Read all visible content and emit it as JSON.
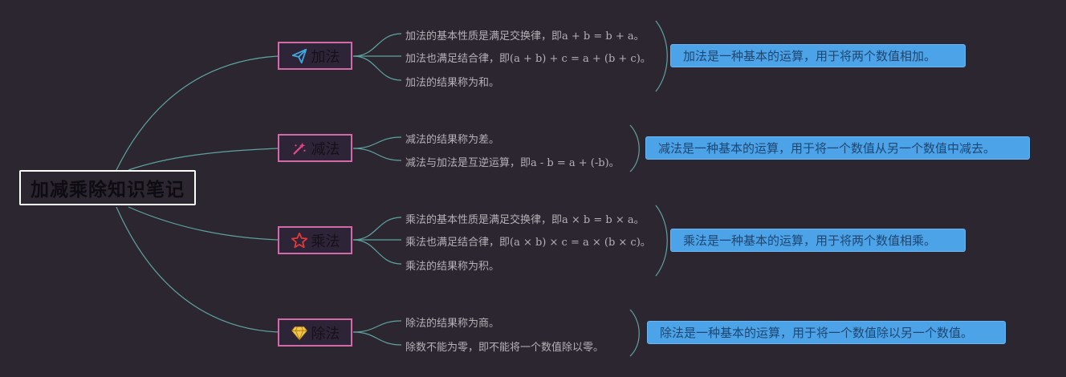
{
  "root": {
    "title": "加减乘除知识笔记"
  },
  "branches": [
    {
      "label": "加法",
      "icon": "paper-plane-icon",
      "leaves": [
        "加法的基本性质是满足交换律，即a + b = b + a。",
        "加法也满足结合律，即(a + b) + c = a + (b + c)。",
        "加法的结果称为和。"
      ],
      "summary": "加法是一种基本的运算，用于将两个数值相加。"
    },
    {
      "label": "减法",
      "icon": "magic-wand-icon",
      "leaves": [
        "减法的结果称为差。",
        "减法与加法是互逆运算，即a - b = a + (-b)。"
      ],
      "summary": "减法是一种基本的运算，用于将一个数值从另一个数值中减去。"
    },
    {
      "label": "乘法",
      "icon": "star-icon",
      "leaves": [
        "乘法的基本性质是满足交换律，即a × b = b × a。",
        "乘法也满足结合律，即(a × b) × c = a × (b × c)。",
        "乘法的结果称为积。"
      ],
      "summary": "乘法是一种基本的运算，用于将两个数值相乘。"
    },
    {
      "label": "除法",
      "icon": "diamond-icon",
      "leaves": [
        "除法的结果称为商。",
        "除数不能为零，即不能将一个数值除以零。"
      ],
      "summary": "除法是一种基本的运算，用于将一个数值除以另一个数值。"
    }
  ],
  "colors": {
    "background": "#2b2630",
    "connector": "#5fa3a0",
    "branch_border": "#d36aa8",
    "summary_fill": "#4da3e8",
    "summary_text": "#1e4670",
    "leaf_text": "#b6b0b8"
  }
}
